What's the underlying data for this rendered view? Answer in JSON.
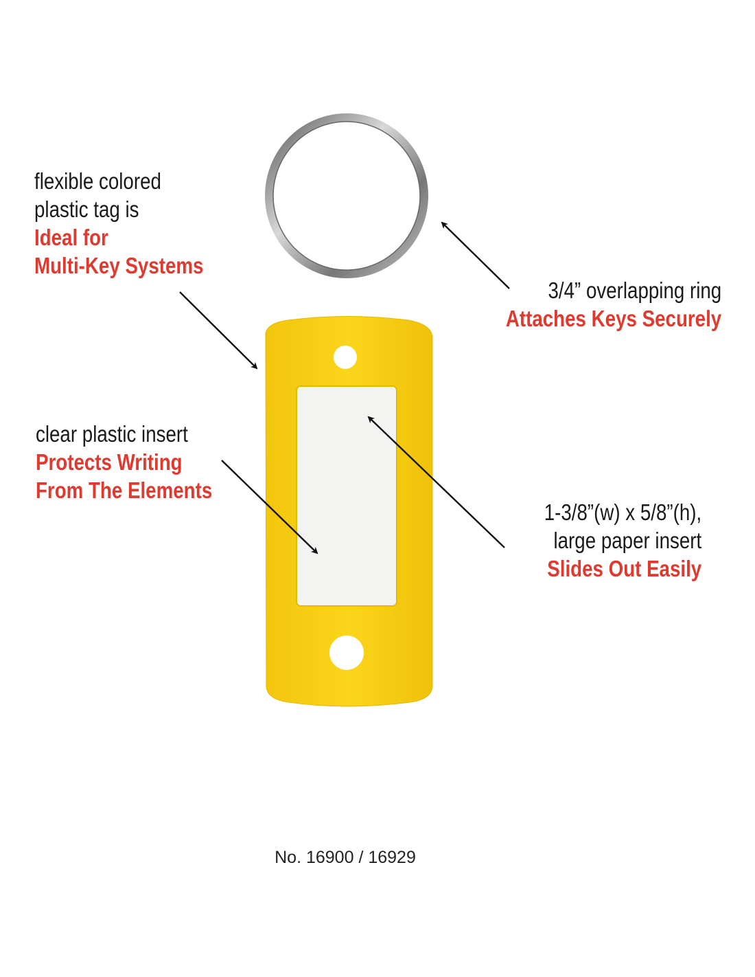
{
  "callouts": {
    "tag": {
      "lines": [
        "flexible colored",
        "plastic tag is"
      ],
      "highlight": [
        "Ideal for",
        "Multi-Key Systems"
      ]
    },
    "ring": {
      "lines": [
        "3/4” overlapping ring"
      ],
      "highlight": [
        "Attaches Keys Securely"
      ]
    },
    "insert": {
      "lines": [
        "clear plastic insert"
      ],
      "highlight": [
        "Protects Writing",
        "From The Elements"
      ]
    },
    "paper": {
      "lines": [
        "1-3/8”(w) x 5/8”(h),",
        "large paper insert"
      ],
      "highlight": [
        "Slides Out Easily"
      ]
    }
  },
  "model_number": "No. 16900 / 16929",
  "colors": {
    "accent": "#df3a30",
    "tag": "#f7cf12",
    "ring": "#9a9a9a"
  }
}
